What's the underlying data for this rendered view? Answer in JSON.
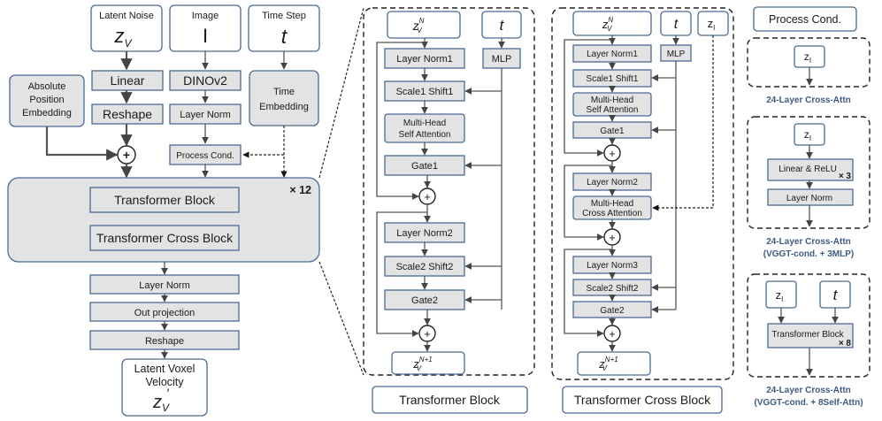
{
  "left": {
    "inputs": {
      "noise_label": "Latent Noise",
      "noise_sym": "z",
      "noise_sub": "V",
      "image_label": "Image",
      "image_sym": "I",
      "time_label": "Time Step",
      "time_sym": "t"
    },
    "linear": "Linear",
    "reshape_in": "Reshape",
    "abs_pos_1": "Absolute",
    "abs_pos_2": "Position",
    "abs_pos_3": "Embedding",
    "dino": "DINOv2",
    "layer_norm": "Layer Norm",
    "process_cond": "Process Cond.",
    "time_emb_1": "Time",
    "time_emb_2": "Embedding",
    "repeat": "× 12",
    "tblock": "Transformer Block",
    "tcblock": "Transformer Cross Block",
    "out_norm": "Layer Norm",
    "out_proj": "Out projection",
    "out_reshape": "Reshape",
    "out_1": "Latent Voxel",
    "out_2": "Velocity",
    "out_sym": "z",
    "out_sub": "V",
    "plus": "+"
  },
  "tblock_detail": {
    "z_in_sym": "z",
    "z_in_sup": "N",
    "z_in_sub": "V",
    "t_sym": "t",
    "mlp": "MLP",
    "ln1": "Layer Norm1",
    "ss1": "Scale1  Shift1",
    "mhsa_1": "Multi-Head",
    "mhsa_2": "Self Attention",
    "gate1": "Gate1",
    "ln2": "Layer Norm2",
    "ss2": "Scale2  Shift2",
    "gate2": "Gate2",
    "z_out_sym": "z",
    "z_out_sup": "N+1",
    "z_out_sub": "V",
    "caption": "Transformer Block"
  },
  "tcblock_detail": {
    "z_in_sym": "z",
    "z_in_sup": "N",
    "z_in_sub": "V",
    "t_sym": "t",
    "zi_sym": "z",
    "zi_sub": "I",
    "mlp": "MLP",
    "ln1": "Layer Norm1",
    "ss1": "Scale1  Shift1",
    "mhsa_1": "Multi-Head",
    "mhsa_2": "Self Attention",
    "gate1": "Gate1",
    "ln2": "Layer Norm2",
    "mhca_1": "Multi-Head",
    "mhca_2": "Cross Attention",
    "ln3": "Layer Norm3",
    "ss2": "Scale2  Shift2",
    "gate2": "Gate2",
    "z_out_sym": "z",
    "z_out_sup": "N+1",
    "z_out_sub": "V",
    "caption": "Transformer Cross Block"
  },
  "process_cond": {
    "title": "Process Cond.",
    "zi_sym": "z",
    "zi_sub": "I",
    "cap1": "24-Layer Cross-Attn",
    "linear_relu": "Linear & ReLU",
    "x3": "× 3",
    "layer_norm": "Layer Norm",
    "cap2_1": "24-Layer Cross-Attn",
    "cap2_2": "(VGGT-cond. + 3MLP)",
    "t_sym": "t",
    "tblock": "Transformer Block",
    "x8": "× 8",
    "cap3_1": "24-Layer Cross-Attn",
    "cap3_2": "(VGGT-cond. + 8Self-Attn)"
  }
}
